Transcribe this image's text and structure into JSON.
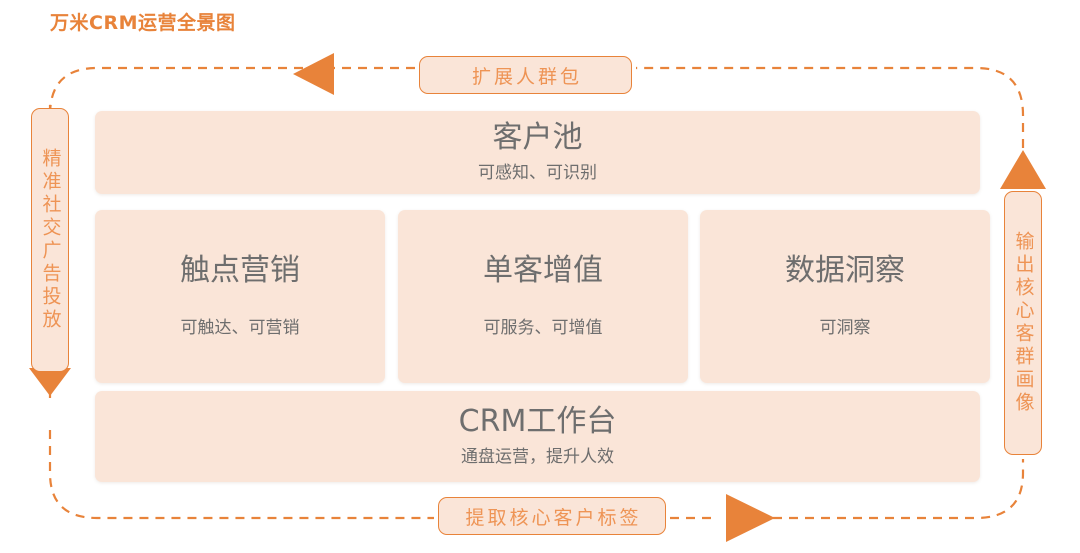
{
  "title": "万米CRM运营全景图",
  "colors": {
    "accent": "#E8833A",
    "accent_light": "#EE9455",
    "card_fill": "#FAE5D8",
    "card_text": "#6E6E6E",
    "background": "#FFFFFF"
  },
  "cards": {
    "customer_pool": {
      "title": "客户池",
      "subtitle": "可感知、可识别"
    },
    "touchpoint_marketing": {
      "title": "触点营销",
      "subtitle": "可触达、可营销"
    },
    "single_customer_value": {
      "title": "单客增值",
      "subtitle": "可服务、可增值"
    },
    "data_insight": {
      "title": "数据洞察",
      "subtitle": "可洞察"
    },
    "crm_workbench": {
      "title": "CRM工作台",
      "subtitle": "通盘运营，提升人效"
    }
  },
  "flow_labels": {
    "top": "扩展人群包",
    "bottom": "提取核心客户标签",
    "left": "精准社交广告投放",
    "right": "输出核心客群画像"
  },
  "arrows": [
    {
      "name": "top-arrow-left",
      "direction": "left"
    },
    {
      "name": "left-arrow-down",
      "direction": "down"
    },
    {
      "name": "bottom-arrow-right",
      "direction": "right"
    },
    {
      "name": "right-arrow-up",
      "direction": "up"
    }
  ]
}
